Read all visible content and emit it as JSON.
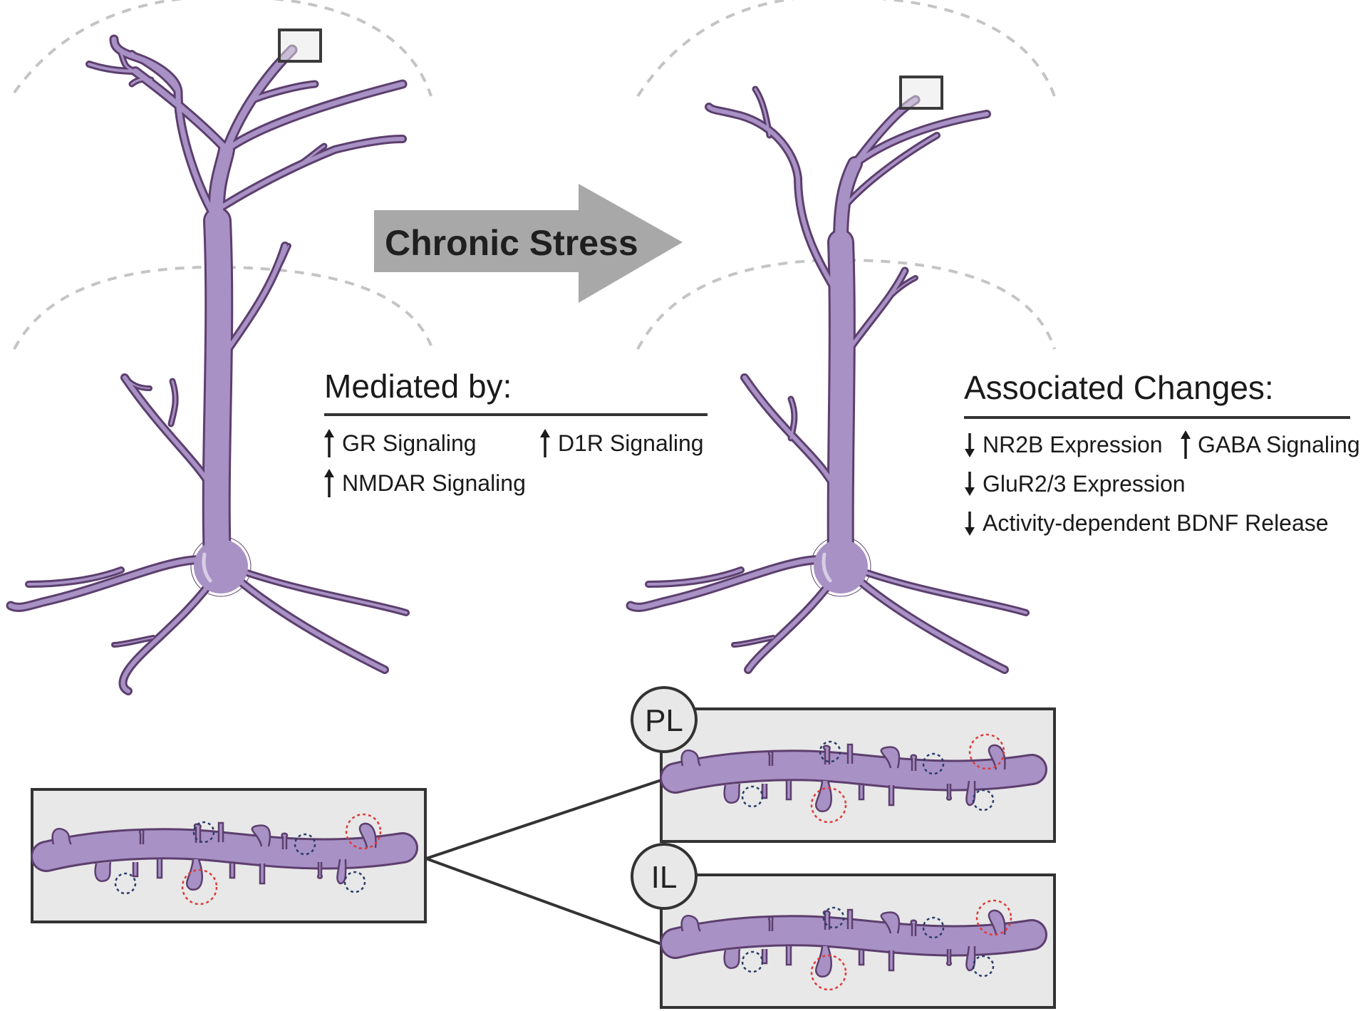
{
  "arrow": {
    "label": "Chronic Stress"
  },
  "mediated": {
    "heading": "Mediated by:",
    "items": [
      {
        "dir": "up",
        "label": "GR Signaling"
      },
      {
        "dir": "up",
        "label": "D1R Signaling"
      },
      {
        "dir": "up",
        "label": "NMDAR Signaling"
      }
    ]
  },
  "associated": {
    "heading": "Associated Changes:",
    "items": [
      {
        "dir": "down",
        "label": "NR2B Expression"
      },
      {
        "dir": "up",
        "label": "GABA Signaling"
      },
      {
        "dir": "down",
        "label": "GluR2/3 Expression"
      },
      {
        "dir": "down",
        "label": "Activity-dependent BDNF Release"
      }
    ]
  },
  "insets": {
    "pl_label": "PL",
    "il_label": "IL"
  },
  "colors": {
    "neuron_fill": "#a891c4",
    "neuron_outline": "#5c3f6e",
    "arrow_gray": "#a8a8a8",
    "panel_gray": "#e8e8e8",
    "dashed_gray": "#c4c4c4",
    "spine_lost_blue": "#2a3d6b",
    "spine_gained_red": "#e03a3a"
  }
}
